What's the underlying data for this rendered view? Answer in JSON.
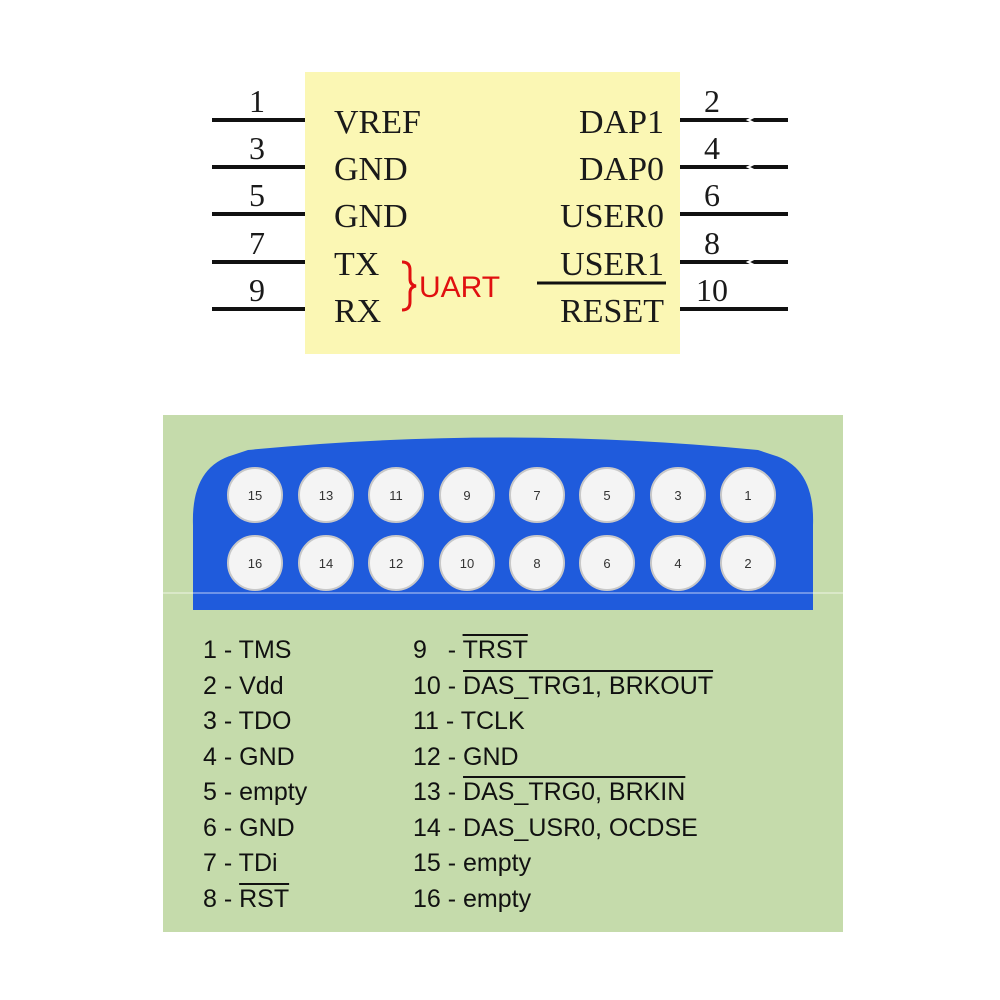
{
  "top": {
    "left_pins": [
      {
        "num": "1",
        "name": "VREF"
      },
      {
        "num": "3",
        "name": "GND"
      },
      {
        "num": "5",
        "name": "GND"
      },
      {
        "num": "7",
        "name": "TX"
      },
      {
        "num": "9",
        "name": "RX"
      }
    ],
    "right_pins": [
      {
        "num": "2",
        "name": "DAP1"
      },
      {
        "num": "4",
        "name": "DAP0"
      },
      {
        "num": "6",
        "name": "USER0"
      },
      {
        "num": "8",
        "name": "USER1"
      },
      {
        "num": "10",
        "name": "RESET"
      }
    ],
    "uart_label": "UART",
    "colors": {
      "chip_fill": "#fbf7b4",
      "uart": "#e01010"
    }
  },
  "connector": {
    "top_row": [
      "15",
      "13",
      "11",
      "9",
      "7",
      "5",
      "3",
      "1"
    ],
    "bottom_row": [
      "16",
      "14",
      "12",
      "10",
      "8",
      "6",
      "4",
      "2"
    ],
    "colors": {
      "body": "#1f5bdc",
      "panel": "#c5dbab",
      "hole": "#f4f4f4"
    }
  },
  "legend": {
    "left": [
      {
        "prefix": "1 - ",
        "label": "TMS",
        "overline": false
      },
      {
        "prefix": "2 - ",
        "label": "Vdd",
        "overline": false
      },
      {
        "prefix": "3 - ",
        "label": "TDO",
        "overline": false
      },
      {
        "prefix": "4 - ",
        "label": "GND",
        "overline": false
      },
      {
        "prefix": "5 - ",
        "label": "empty",
        "overline": false
      },
      {
        "prefix": "6 - ",
        "label": "GND",
        "overline": false
      },
      {
        "prefix": "7 - ",
        "label": "TDi",
        "overline": false
      },
      {
        "prefix": "8 - ",
        "label": "RST",
        "overline": true
      }
    ],
    "right": [
      {
        "prefix": "9   - ",
        "label": "TRST",
        "overline": true
      },
      {
        "prefix": "10 - ",
        "label": "DAS_TRG1, BRKOUT",
        "overline": true
      },
      {
        "prefix": "11 - ",
        "label": "TCLK",
        "overline": false
      },
      {
        "prefix": "12 - ",
        "label": "GND",
        "overline": false
      },
      {
        "prefix": "13 - ",
        "label": "DAS_TRG0, BRKIN",
        "overline": true
      },
      {
        "prefix": "14 - ",
        "label": "DAS_USR0, OCDSE",
        "overline": false
      },
      {
        "prefix": "15 - ",
        "label": "empty",
        "overline": false
      },
      {
        "prefix": "16 - ",
        "label": "empty",
        "overline": false
      }
    ]
  }
}
